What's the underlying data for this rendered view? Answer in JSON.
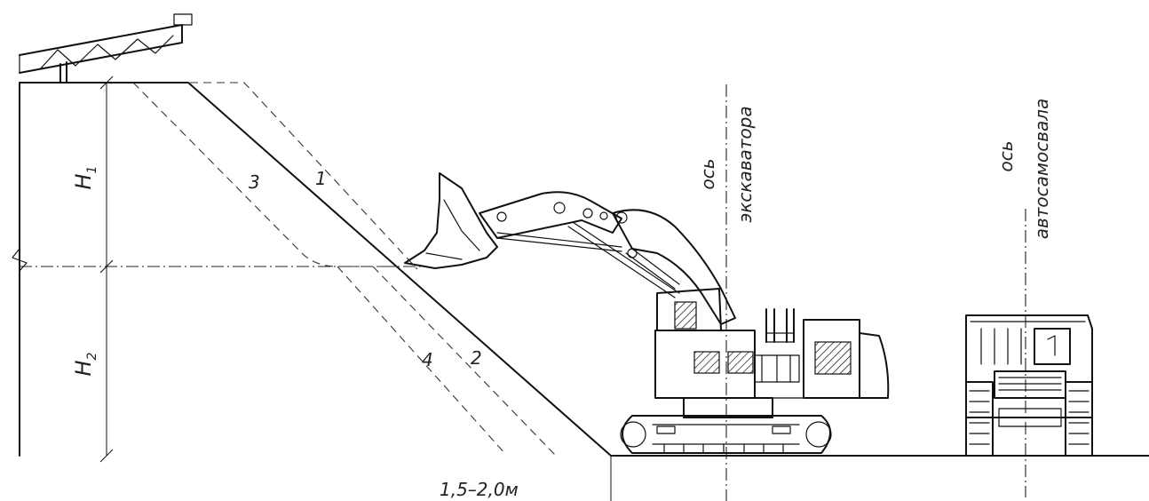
{
  "labels": {
    "h1": "H",
    "h1_sub": "1",
    "h2": "H",
    "h2_sub": "2",
    "line1": "1",
    "line2": "2",
    "line3": "3",
    "line4": "4",
    "distance": "1,5–2,0м",
    "axis_word_1": "ось",
    "axis_excavator": "экскаватора",
    "axis_word_2": "ось",
    "axis_truck": "автосамосвала"
  }
}
